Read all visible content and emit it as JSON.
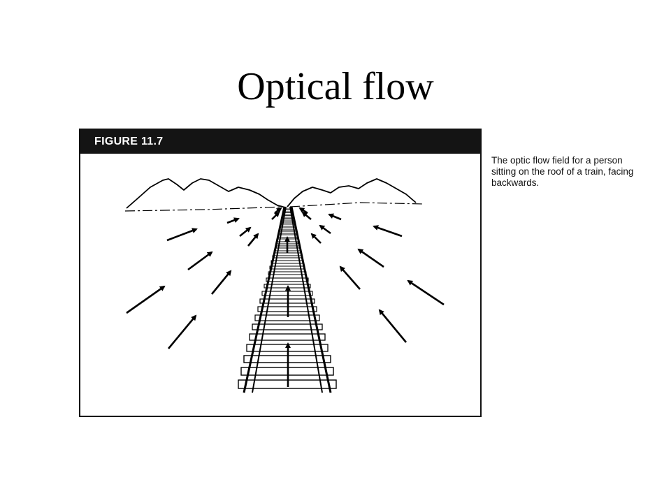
{
  "slide": {
    "title": "Optical flow"
  },
  "figure": {
    "label": "FIGURE 11.7",
    "caption": "The optic flow field for a person sitting on the roof of a train, facing backwards."
  },
  "colors": {
    "header_background": "#141414",
    "line_art": "#000000",
    "page_background": "#ffffff"
  },
  "icons": {
    "arrow": "arrow-icon",
    "track": "railway-track-drawing",
    "mountains": "mountain-range-drawing"
  }
}
